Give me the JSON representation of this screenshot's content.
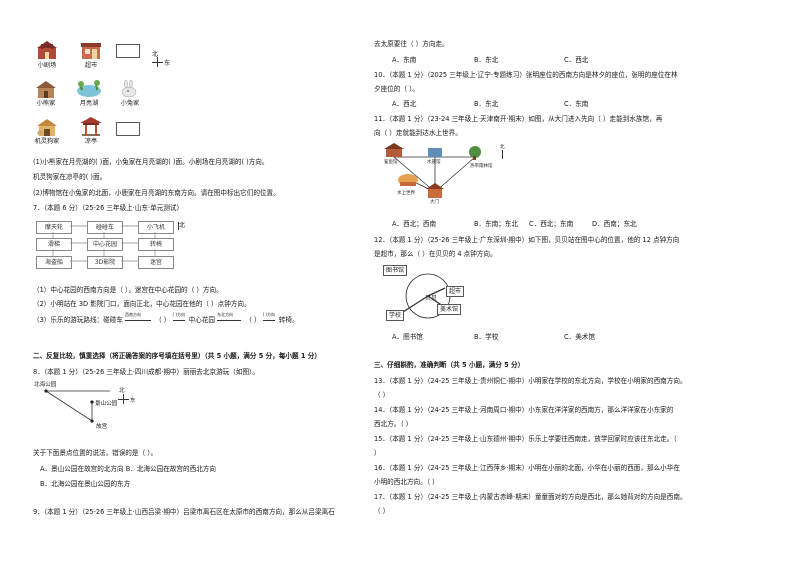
{
  "left": {
    "map1": {
      "labels": [
        "小剧场",
        "超市",
        "小熊家",
        "月亮湖",
        "小兔家",
        "机灵狗家",
        "凉亭"
      ],
      "compass": {
        "n": "北",
        "e": "东"
      }
    },
    "q_a1": "(1)小熊家在月亮湖的(        )面，小兔家在月亮湖的(        )面。小剧场在月亮湖的(        )方向。",
    "q_a1b": "机灵狗家在凉亭的(        )面。",
    "q_a2": "(2)博物馆在小兔家的北面，小鹿家在月亮湖的东南方向。请在图中标出它们的位置。",
    "q7": "7．（本题 6 分）（25-26 三年级上·山东·单元测试）",
    "grid7": [
      "摩天轮",
      "碰碰车",
      "小飞机",
      "滑梯",
      "中心花园",
      "转椅",
      "海盗船",
      "3D影院",
      "迷宫"
    ],
    "grid7_north": "北",
    "q7_1": "（1）中心花园的西南方向是（        ），迷宫在中心花园的（        ）方向。",
    "q7_2": "（2）小明站在 3D 影院门口，面向正北，中心花园在他的（        ）点钟方向。",
    "q7_3": "（3）乐乐的游玩路线：碰碰车",
    "q7_3a": "西南方向",
    "q7_3b": "（        ）",
    "q7_3c": "(  )方向",
    "q7_3d": "中心花园",
    "q7_3e": "东北方向",
    "q7_3f": "（        ）",
    "q7_3g": "(  )方向",
    "q7_3h": "转椅。",
    "sec2": "二、反复比较，慎重选择（将正确答案的序号填在括号里）（共 5 小题，满分 5 分，每小题 1 分）",
    "q8": "8．（本题 1 分）（25-26 三年级上·四川成都·期中）丽丽去北京游玩（如图）。",
    "map8": {
      "beihai": "北海公园",
      "jingshan": "景山公园",
      "gugong": "故宫",
      "n": "北",
      "e": "东"
    },
    "q8_stem": "关于下面景点位置的说法，错误的是（    ）。",
    "q8_a": "A．景山公园在故宫的北方向  B．北海公园在故宫的西北方向",
    "q8_b": "B．北海公园在景山公园的东方",
    "q9": "9．（本题 1 分）（25-26 三年级上·山西吕梁·期中）吕梁市离石区在太原市的西南方向，那么从吕梁离石"
  },
  "right": {
    "q9_cont": "去太原要往（    ）方向走。",
    "q9_opts": [
      "A．东南",
      "B．东北",
      "C．西北"
    ],
    "q10": "10．（本题 1 分）（2025 三年级上·辽宁·专题练习）张明座位的西南方向是林夕的座位，张明的座位在林",
    "q10b": "夕座位的（    ）。",
    "q10_opts": [
      "A．西北",
      "B．东北",
      "C．东南"
    ],
    "q11": "11．（本题 1 分）（23-24 三年级上·天津南开·期末）如图，从大门进入先向（        ）走能到水族馆，再",
    "q11b": "向（        ）走就能到达水上世界。",
    "map11": {
      "a": "鲨鱼馆",
      "b": "水族馆",
      "c": "热带雨林馆",
      "d": "水上世界",
      "e": "大门",
      "n": "北"
    },
    "q11_opts": [
      "A．西北；西南",
      "B．东南；东北",
      "C．西北；东南",
      "D．西南；东北"
    ],
    "q12": "12．（本题 1 分）（25-26 三年级上·广东深圳·期中）如下图，贝贝站在图中心的位置，他的 12 点钟方向",
    "q12b": "是超市，那么（        ）在贝贝的 4 点钟方向。",
    "map12": {
      "tsg": "图书馆",
      "cs": "超市",
      "bb": "贝贝",
      "xx": "学校",
      "msg": "美术馆"
    },
    "q12_opts": [
      "A．图书馆",
      "B．学校",
      "C．美术馆"
    ],
    "sec3": "三、仔细斟酌，准确判断（共 5 小题，满分 5 分）",
    "q13": "13．（本题 1 分）（24-25 三年级上·贵州铜仁·期中）小明家在学校的东北方向，学校在小明家的西南方向。",
    "q13b": "（        ）",
    "q14": "14．（本题 1 分）（24-25 三年级上·河南周口·期中）小东家在洋洋家的西南方，那么洋洋家在小东家的",
    "q14b": "西北方。（        ）",
    "q15": "15．（本题 1 分）（24-25 三年级上·山东德州·期中）乐乐上学要往西南走，放学回家时应该往东北走。（",
    "q15b": "）",
    "q16": "16．（本题 1 分）（24-25 三年级上·江西萍乡·期末）小明在小丽的北面，小华在小丽的西面，那么小华在",
    "q16b": "小明的西北方向。（        ）",
    "q17": "17．（本题 1 分）（24-25 三年级上·内蒙古赤峰·期末）童童面对的方向是西北，那么她背对的方向是西南。",
    "q17b": "（        ）"
  }
}
